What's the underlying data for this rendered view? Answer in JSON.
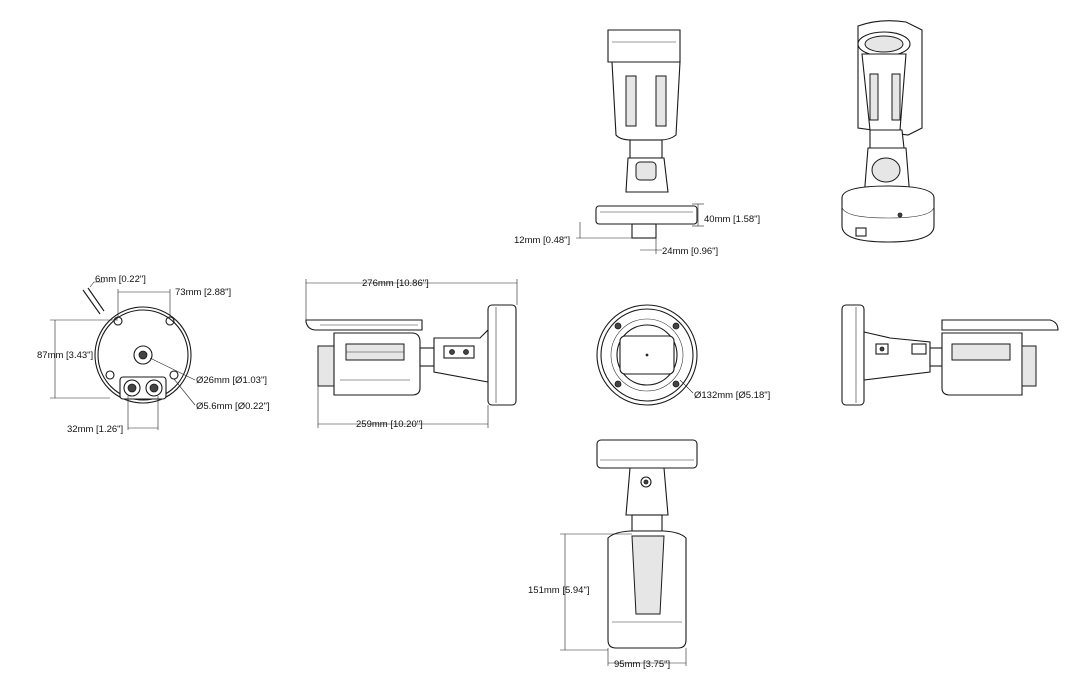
{
  "dimensions": {
    "base_screw_gap": "6mm [0.22\"]",
    "base_hole_spacing": "73mm [2.88\"]",
    "base_height": "87mm [3.43\"]",
    "cable_hole_dia": "Ø26mm [Ø1.03\"]",
    "screw_hole_dia": "Ø5.6mm [Ø0.22\"]",
    "base_bottom_width": "32mm [1.26\"]",
    "total_length": "276mm [10.86\"]",
    "body_length": "259mm [10.20\"]",
    "front_diameter": "Ø132mm [Ø5.18\"]",
    "mount_height": "40mm [1.58\"]",
    "plate_thickness": "12mm [0.48\"]",
    "plate_tab": "24mm [0.96\"]",
    "body_height": "151mm [5.94\"]",
    "body_width": "95mm [3.75\"]"
  }
}
